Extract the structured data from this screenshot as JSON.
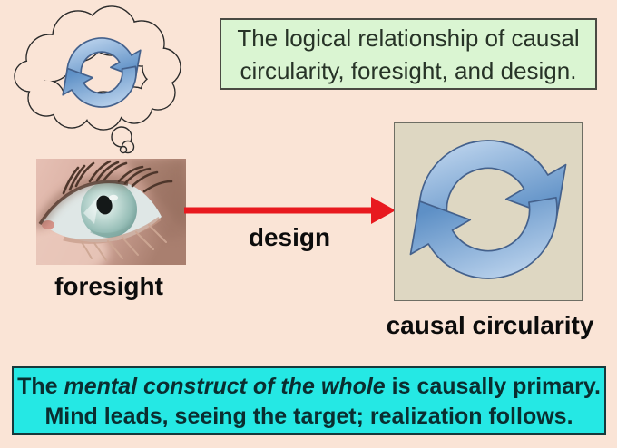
{
  "title_box": {
    "line1": "The logical relationship of causal",
    "line2": "circularity, foresight, and design."
  },
  "labels": {
    "foresight": "foresight",
    "design": "design",
    "causal_circularity": "causal circularity"
  },
  "conclusion_box": {
    "line1_prefix": "The ",
    "line1_italic": "mental construct of the whole",
    "line1_suffix": " is causally primary.",
    "line2": "Mind leads, seeing the target; realization follows."
  },
  "icons": {
    "thought_bubble": "thought-bubble-cloud-icon",
    "cycle_arrows_small": "cycle-arrows-icon",
    "cycle_arrows_large": "cycle-arrows-icon",
    "eye_photo": "eye-photo",
    "design_arrow": "red-right-arrow-icon"
  },
  "colors": {
    "background": "#fae4d6",
    "title_box_bg": "#daf5d2",
    "title_box_border": "#4a4a43",
    "conclusion_box_bg": "#25e8e4",
    "causal_box_bg": "#ded7c2",
    "arrow_red": "#e8191f",
    "cycle_blue_light": "#c8dcf2",
    "cycle_blue_dark": "#5e90c6",
    "cycle_stroke": "#44618c"
  }
}
